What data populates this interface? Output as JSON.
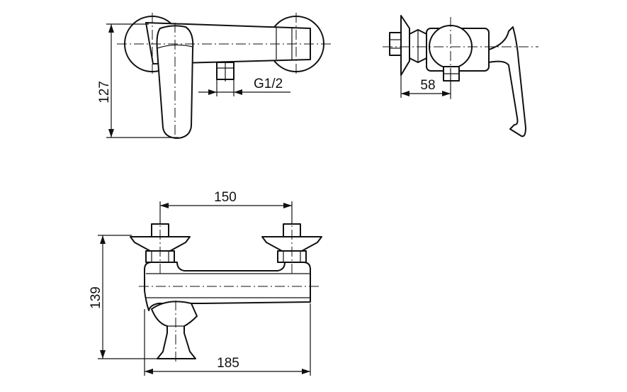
{
  "dimensions": {
    "height_front": "127",
    "thread": "G1/2",
    "depth_side": "58",
    "center_spacing": "150",
    "height_top": "139",
    "width_top": "185"
  }
}
